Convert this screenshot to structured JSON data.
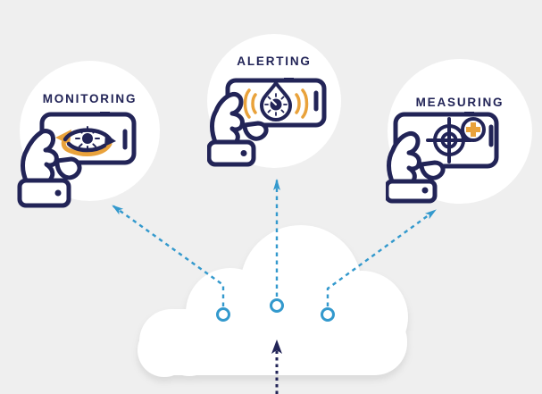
{
  "diagram": {
    "title_visible": false,
    "nodes": [
      {
        "id": "monitoring",
        "label": "MONITORING",
        "icon": "hand-phone-eye-icon",
        "description": "hand holding smartphone showing an eye with circular refresh arrows"
      },
      {
        "id": "alerting",
        "label": "ALERTING",
        "icon": "hand-phone-water-drop-alarm-icon",
        "description": "hand holding smartphone showing a water drop gauge with sound waves"
      },
      {
        "id": "measuring",
        "label": "MEASURING",
        "icon": "hand-phone-crosshair-icon",
        "description": "hand holding smartphone showing a crosshair target with plus badge"
      }
    ],
    "hub": {
      "shape": "cloud",
      "anchors": 3
    },
    "connectors": [
      {
        "from": "cloud-left-anchor",
        "to": "monitoring",
        "style": "dashed-arrow",
        "color": "#3399cd"
      },
      {
        "from": "cloud-middle-anchor",
        "to": "alerting",
        "style": "dashed-arrow",
        "color": "#3399cd"
      },
      {
        "from": "cloud-right-anchor",
        "to": "measuring",
        "style": "dashed-arrow",
        "color": "#3399cd"
      },
      {
        "from": "bottom-edge",
        "to": "cloud",
        "style": "dashed-arrow",
        "color": "#222457"
      }
    ],
    "colors": {
      "background": "#efefef",
      "navy": "#222457",
      "orange": "#e9a23b",
      "blue": "#3399cd",
      "node_fill": "#ffffff",
      "cloud_fill": "#ffffff"
    }
  }
}
